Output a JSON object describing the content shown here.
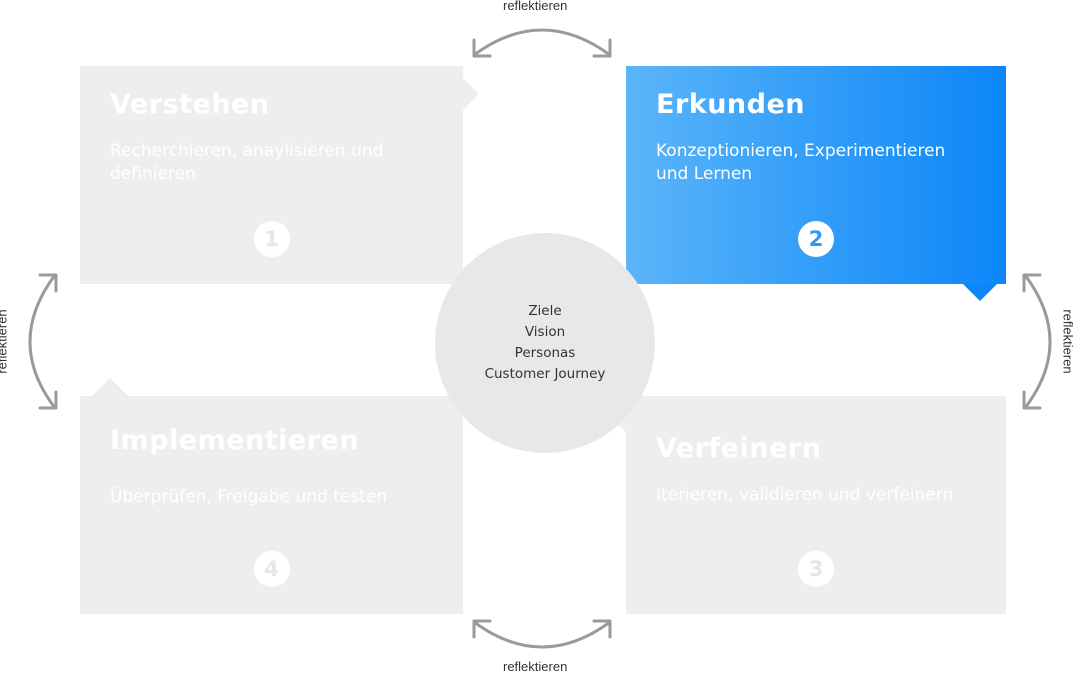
{
  "cards": [
    {
      "title": "Verstehen",
      "desc": "Recherchieren, anaylisieren und definieren",
      "number": "1"
    },
    {
      "title": "Erkunden",
      "desc": "Konzeptionieren, Experimentieren und Lernen",
      "number": "2"
    },
    {
      "title": "Verfeinern",
      "desc": "Iterieren, validieren und verfeinern",
      "number": "3"
    },
    {
      "title": "Implementieren",
      "desc": "Überprüfen, Freigabe und testen",
      "number": "4"
    }
  ],
  "center": {
    "lines": [
      "Ziele",
      "Vision",
      "Personas",
      "Customer Journey"
    ]
  },
  "cycle_labels": {
    "top": "reflektieren",
    "bottom": "reflektieren",
    "left": "reflektieren",
    "right": "reflektieren"
  },
  "colors": {
    "active_start": "#5cb5f9",
    "active_end": "#0c86f8",
    "inactive": "#eeeeee",
    "center": "#e8e8e8"
  }
}
